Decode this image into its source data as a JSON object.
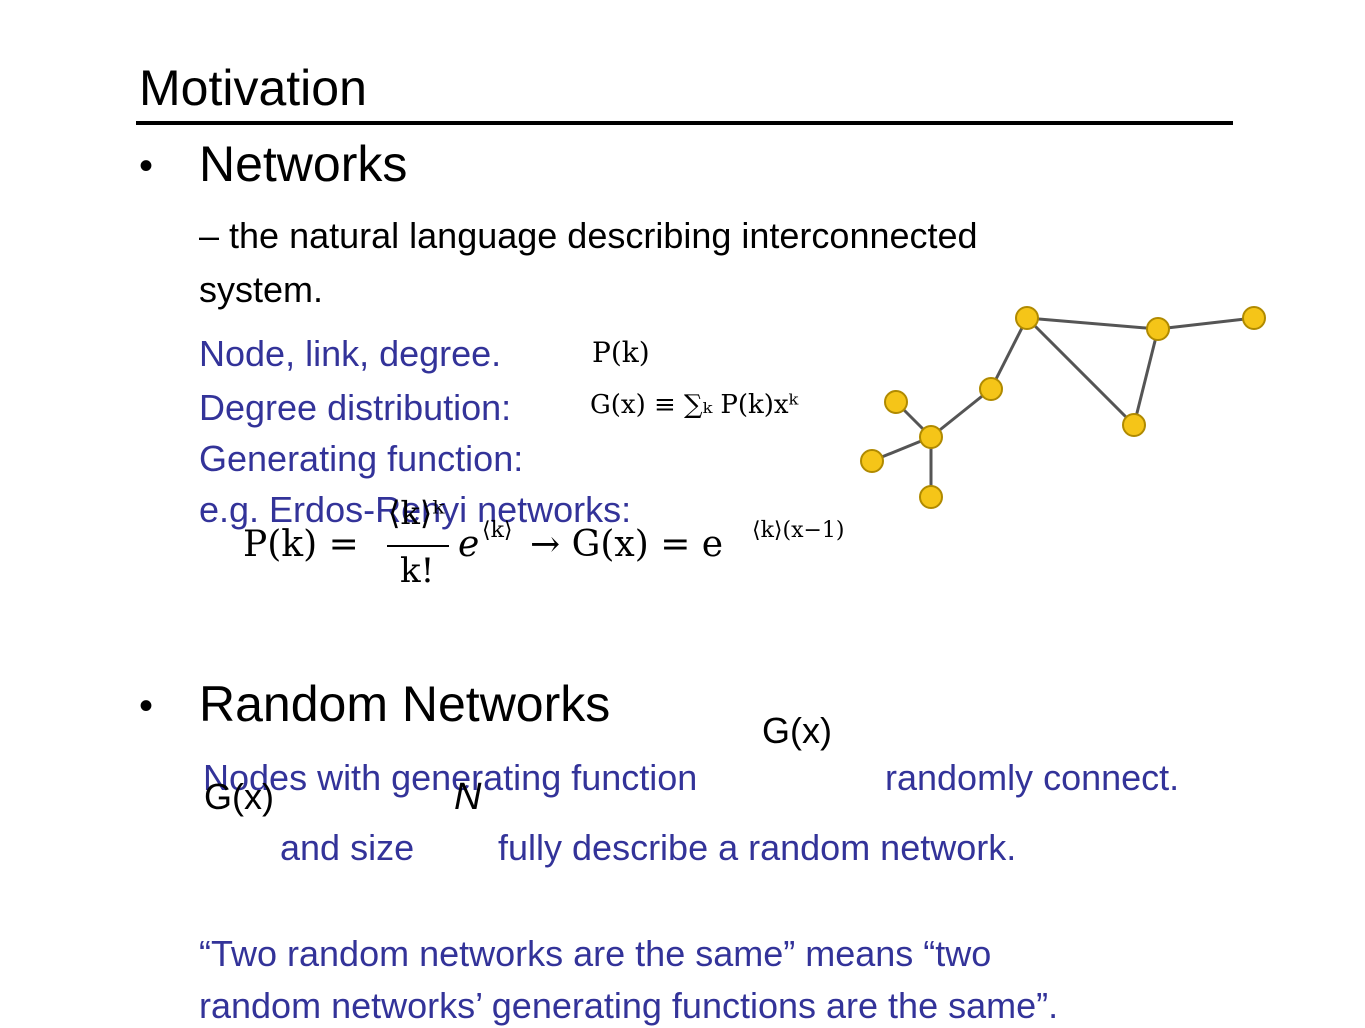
{
  "slide": {
    "title": "Motivation",
    "bullet1": {
      "glyph": "•",
      "heading": "Networks",
      "line1": "– the natural language describing interconnected",
      "line2": "system.",
      "concepts": [
        "Node, link, degree.",
        "Degree distribution:",
        "Generating function:",
        "e.g. Erdos-Renyi networks:"
      ],
      "formula_pk": "P(k)",
      "formula_gx": "G(x) ≡ ∑ₖ P(k)xᵏ",
      "formula_poisson_lhs": "P(k) =",
      "formula_poisson_num": "⟨k⟩ᵏ",
      "formula_poisson_den": "k!",
      "formula_poisson_exp": "e",
      "formula_poisson_exp_sup": "⟨k⟩",
      "formula_arrow": "→ G(x) = e",
      "formula_result_sup": "⟨k⟩(x−1)"
    },
    "bullet2": {
      "glyph": "•",
      "heading": "Random Networks",
      "gx_label": "G(x)",
      "line1_a": "Nodes with generating function",
      "line1_b": "randomly connect.",
      "gx_label2": "G(x)",
      "n_label": "N",
      "line2_a": "and size",
      "line2_b": "fully describe a random network.",
      "quote1": "“Two random networks are the same” means “two",
      "quote2": "random networks’ generating functions are the same”."
    }
  },
  "colors": {
    "text": "#000000",
    "accent_blue": "#333399",
    "node_fill": "#f5c518",
    "node_stroke": "#b08a00",
    "edge": "#555555"
  }
}
